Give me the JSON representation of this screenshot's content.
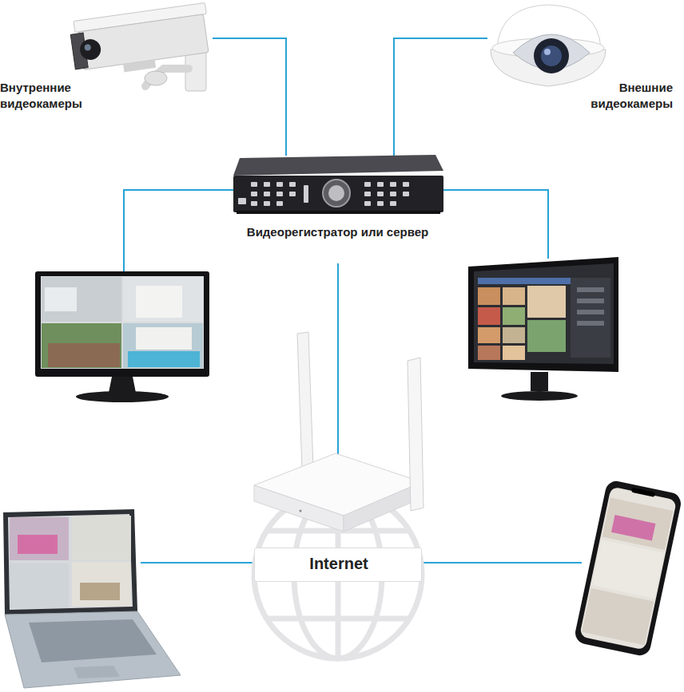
{
  "diagram": {
    "nodes": [
      {
        "text": [
          "Внутренние видеокамеры"
        ]
      },
      {
        "text": [
          "Внешние видеокамеры"
        ]
      },
      {
        "text": [
          "Видеорегистратор или сервер"
        ]
      },
      {
        "text": [
          "Internet"
        ]
      }
    ],
    "edges": [
      {
        "from": 0,
        "to": 2,
        "arrow": "none"
      },
      {
        "from": 1,
        "to": 2,
        "arrow": "none"
      },
      {
        "from": 2,
        "to": 3,
        "arrow": "none"
      }
    ]
  }
}
